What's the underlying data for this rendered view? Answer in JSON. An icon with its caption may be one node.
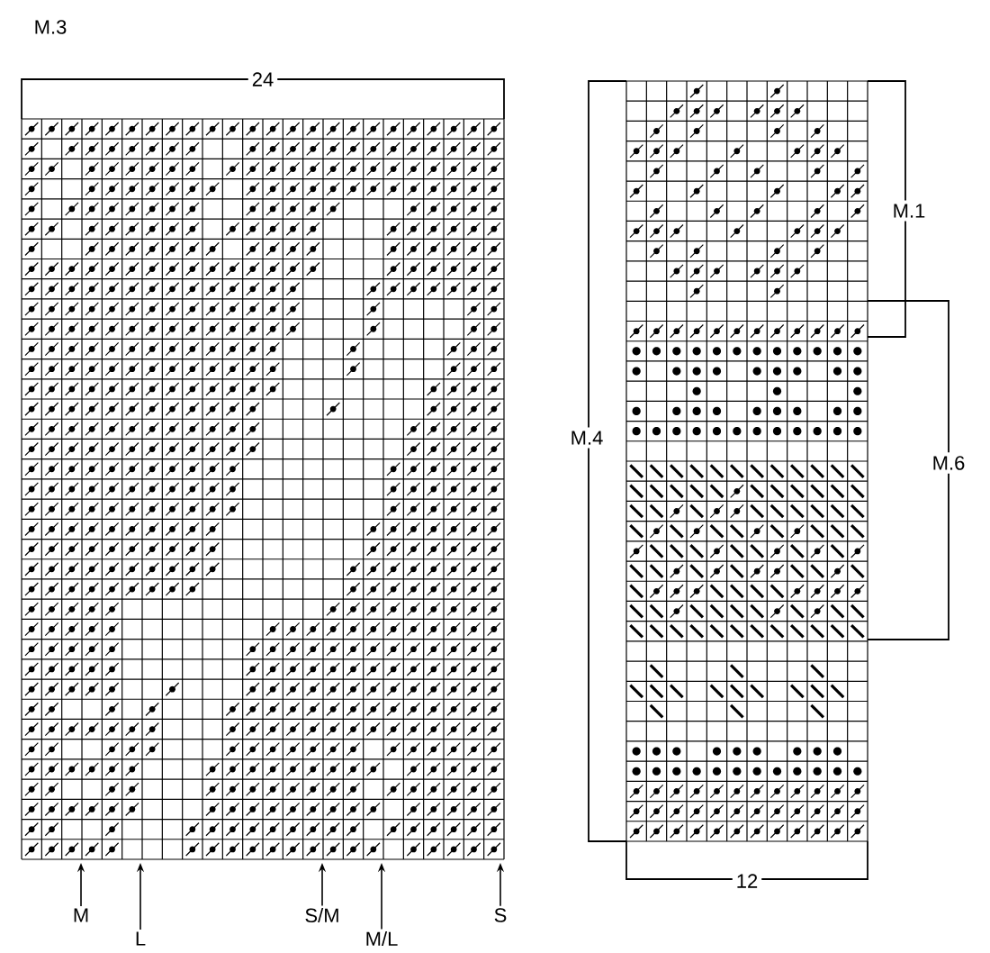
{
  "diagram": {
    "nodes": [
      {
        "text": [
          "M"
        ]
      },
      {
        "text": [
          "L"
        ]
      },
      {
        "text": [
          "S/M"
        ]
      },
      {
        "text": [
          "M/L"
        ]
      },
      {
        "text": [
          "S"
        ]
      }
    ],
    "edges": [
      {
        "from": 0,
        "to": null,
        "arrow": "to"
      },
      {
        "from": 1,
        "to": null,
        "arrow": "to"
      },
      {
        "from": 2,
        "to": null,
        "arrow": "to"
      },
      {
        "from": 3,
        "to": null,
        "arrow": "to"
      },
      {
        "from": 4,
        "to": null,
        "arrow": "to"
      }
    ],
    "labels": [
      "M.3",
      "24",
      "M.4",
      "M.1",
      "M.6",
      "12"
    ]
  }
}
